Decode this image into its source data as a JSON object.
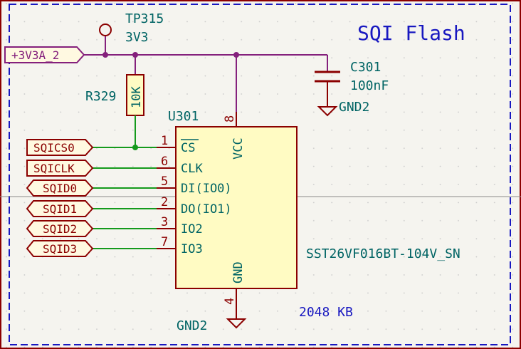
{
  "sheet": {
    "title": "SQI Flash",
    "note": "2048 KB"
  },
  "colors": {
    "background": "#f5f4ef",
    "wire": "#149a1c",
    "power_wire": "#84207c",
    "symbol": "#8b0000",
    "body_fill": "#fffbc3",
    "text": "#006464",
    "title_blue": "#1818c0",
    "label_fill": "#fff9e1",
    "frame": "#8b0000"
  },
  "power_net": {
    "label": "+3V3A_2"
  },
  "test_point": {
    "ref": "TP315",
    "value": "3V3"
  },
  "resistor": {
    "ref": "R329",
    "value": "10K"
  },
  "capacitor": {
    "ref": "C301",
    "value": "100nF",
    "gnd": "GND2"
  },
  "ic": {
    "ref": "U301",
    "part": "SST26VF016BT-104V_SN",
    "vcc_pin": {
      "num": "8",
      "name": "VCC"
    },
    "gnd_pin": {
      "num": "4",
      "name": "GND"
    },
    "gnd_symbol": "GND2",
    "pins": [
      {
        "num": "1",
        "name": "CS",
        "label": "SQICS0"
      },
      {
        "num": "6",
        "name": "CLK",
        "label": "SQICLK"
      },
      {
        "num": "5",
        "name": "DI(IO0)",
        "label": "SQID0"
      },
      {
        "num": "2",
        "name": "DO(IO1)",
        "label": "SQID1"
      },
      {
        "num": "3",
        "name": "IO2",
        "label": "SQID2"
      },
      {
        "num": "7",
        "name": "IO3",
        "label": "SQID3"
      }
    ]
  }
}
